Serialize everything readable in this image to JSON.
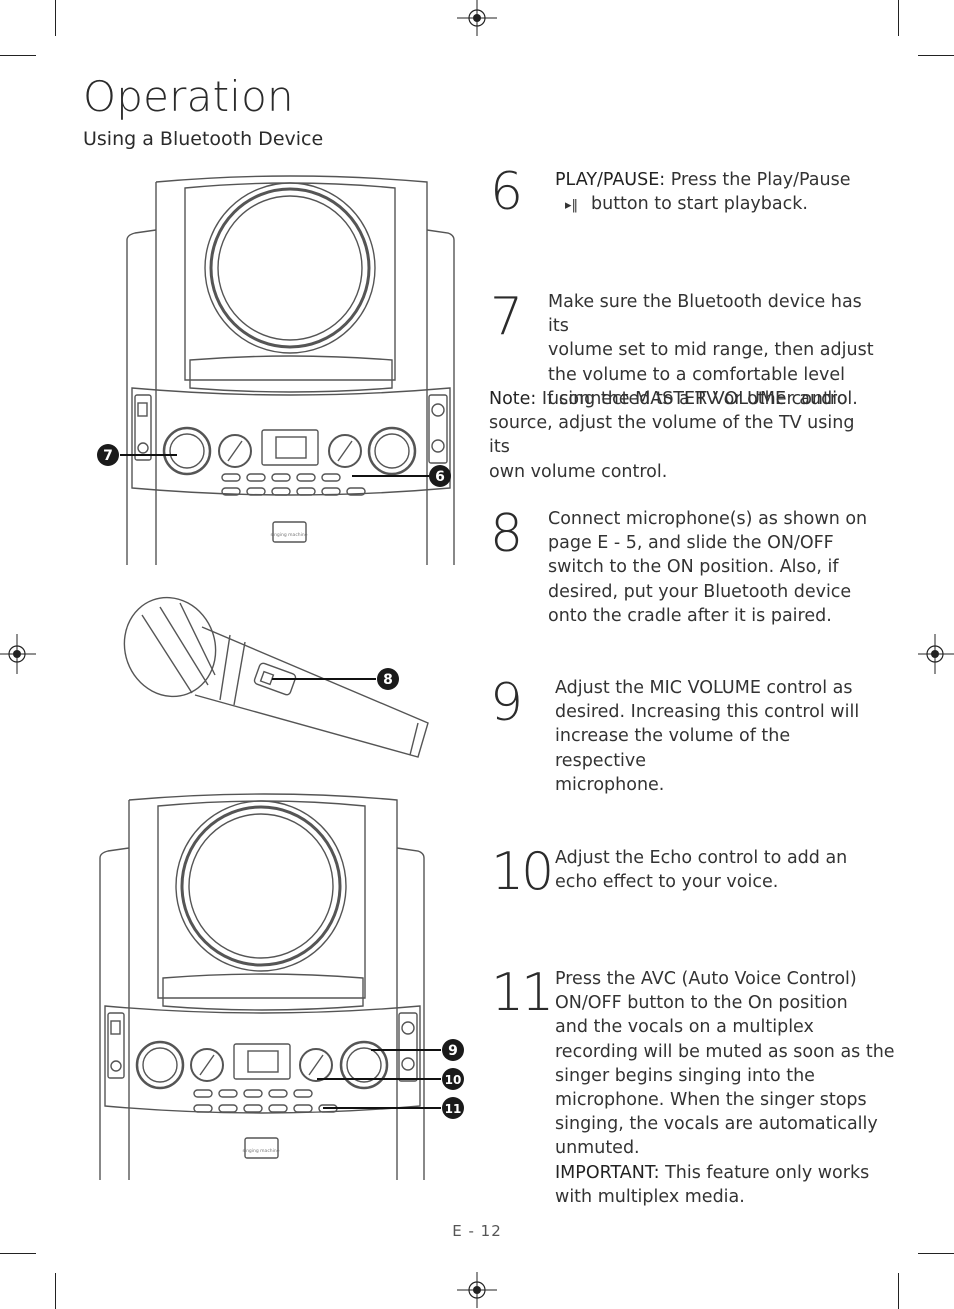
{
  "page": {
    "title": "Operation",
    "subtitle": "Using a Bluetooth Device",
    "page_number": "E - 12"
  },
  "callouts": {
    "c6": "6",
    "c7": "7",
    "c8": "8",
    "c9": "9",
    "c10": "10",
    "c11": "11"
  },
  "device_label": "singing machine",
  "steps": {
    "s6": {
      "number": "6",
      "label": "PLAY/PAUSE:",
      "text1": " Press the Play/Pause",
      "text2": "button to start playback."
    },
    "s7": {
      "number": "7",
      "line1": "Make sure the Bluetooth device has its",
      "line2": "volume set to mid range, then adjust",
      "line3": "the volume to a comfortable level",
      "line4": "using the MASTER VOLUME control.",
      "note_label": "Note:",
      "note1": " If connected to a TV or other audio",
      "note2": "source, adjust the volume of the TV using its",
      "note3": "own volume control."
    },
    "s8": {
      "number": "8",
      "line1": "Connect microphone(s) as shown on",
      "line2": "page E - 5, and slide the ON/OFF",
      "line3": "switch to the ON position. Also, if",
      "line4": "desired, put your Bluetooth device",
      "line5": "onto the cradle after it is paired."
    },
    "s9": {
      "number": "9",
      "line1": "Adjust the MIC VOLUME control as",
      "line2": "desired. Increasing this control will",
      "line3": "increase the volume of the respective",
      "line4": "microphone."
    },
    "s10": {
      "number": "10",
      "line1": "Adjust the Echo control to add an",
      "line2": "echo effect to your voice."
    },
    "s11": {
      "number": "11",
      "line1": "Press the AVC (Auto Voice Control)",
      "line2": "ON/OFF button to the On position",
      "line3": "and the vocals on a multiplex",
      "line4": "recording will be muted as soon as the",
      "line5": "singer begins singing into the",
      "line6": "microphone. When the singer stops",
      "line7": "singing, the vocals are automatically",
      "line8": "unmuted.",
      "important_label": "IMPORTANT:",
      "important_text": " This feature only works",
      "important_text2": "with multiplex media."
    }
  }
}
